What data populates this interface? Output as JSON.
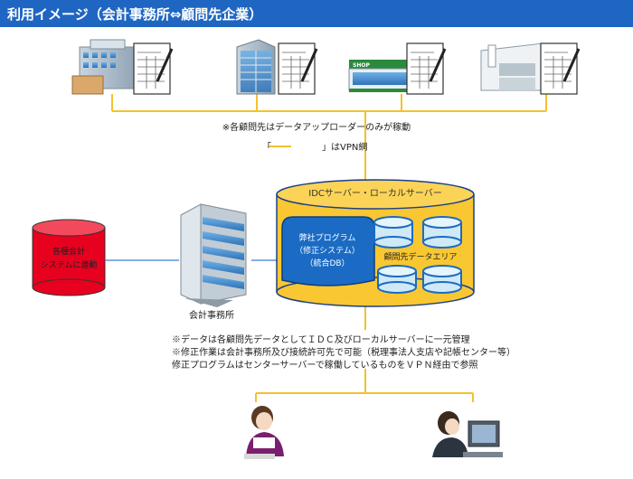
{
  "title": "利用イメージ（会計事務所⇔顧問先企業）",
  "upload_note": "※各顧問先はデータアップローダーのみが稼動",
  "vpn_legend": {
    "open": "「",
    "close": "」はVPN網"
  },
  "idc_label": "IDCサーバー・ローカルサーバー",
  "program_label": [
    "弊社プログラム",
    "（修正システム）",
    "（統合DB）"
  ],
  "client_area_label": "顧問先データエリア",
  "accounting_system_label": [
    "各種会計",
    "システムに連動"
  ],
  "office_label": "会計事務所",
  "notes": [
    "※データは各顧問先データとしてＩＤＣ及びローカルサーバーに一元管理",
    "※修正作業は会計事務所及び接続許可先で可能（税理事法人支店や記帳センター等）",
    "修正プログラムはセンターサーバーで稼働しているものをＶＰＮ経由で参照"
  ],
  "colors": {
    "title_bar": "#1f66c2",
    "vpn_line": "#f2c22e",
    "server_cylinder": "#f9c731",
    "server_inner": "#1b6bc4",
    "db_cylinder": "#cfe9f6",
    "red_db": "#e8001f",
    "link_line": "#3a7fd0"
  },
  "icons": [
    "hospital-building-icon",
    "office-tower-icon",
    "shop-icon",
    "warehouse-icon",
    "document-pen-icon",
    "office-building-icon",
    "operator-woman-icon",
    "pc-operator-icon"
  ]
}
